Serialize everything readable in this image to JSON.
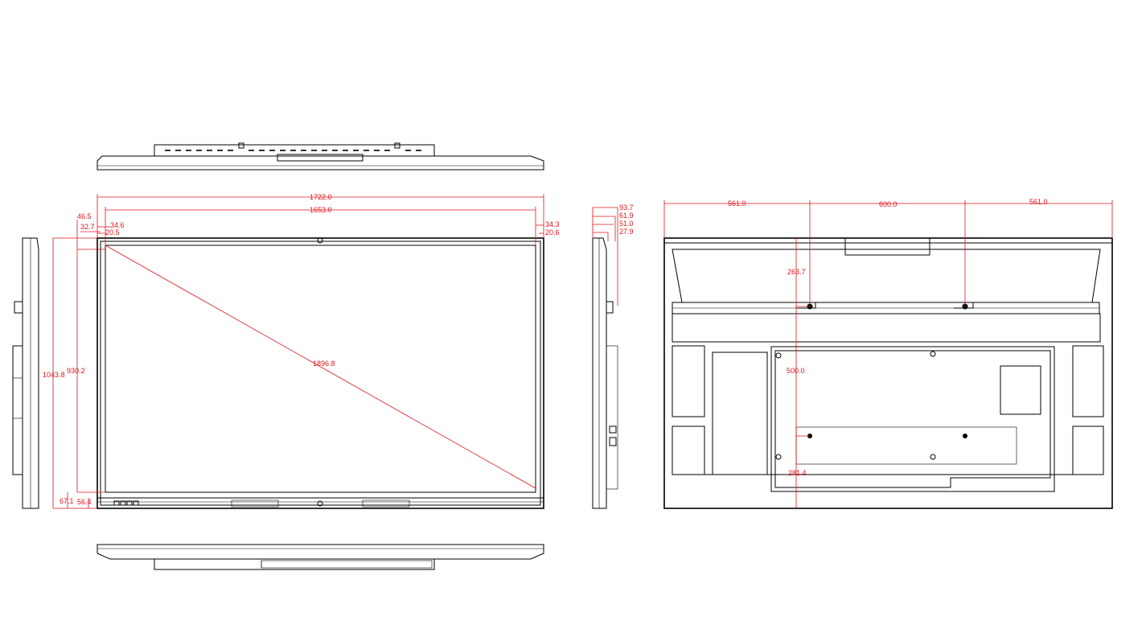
{
  "colors": {
    "line": "#000000",
    "dimension": "#e0151b",
    "background": "#ffffff"
  },
  "front_view": {
    "overall_width": "1722.0",
    "active_width": "1653.0",
    "diagonal": "1896.8",
    "overall_height": "1043.8",
    "active_height": "930.2",
    "top_bezel_outer": "46.5",
    "top_bezel_mid": "32.7",
    "left_bezel_outer": "34.6",
    "left_bezel_inner": "20.5",
    "right_bezel_outer": "34.3",
    "right_bezel_inner": "20.6",
    "bottom_bezel_outer": "67.1",
    "bottom_bezel_inner": "56.4"
  },
  "side_view": {
    "depth_total": "93.7",
    "depth_2": "61.9",
    "depth_3": "51.0",
    "depth_4": "27.9"
  },
  "rear_view": {
    "left_margin": "561.0",
    "vesa_horizontal": "600.0",
    "right_margin": "561.0",
    "top_to_mount": "263.7",
    "vesa_vertical": "500.0",
    "bottom_to_mount": "281.4"
  }
}
